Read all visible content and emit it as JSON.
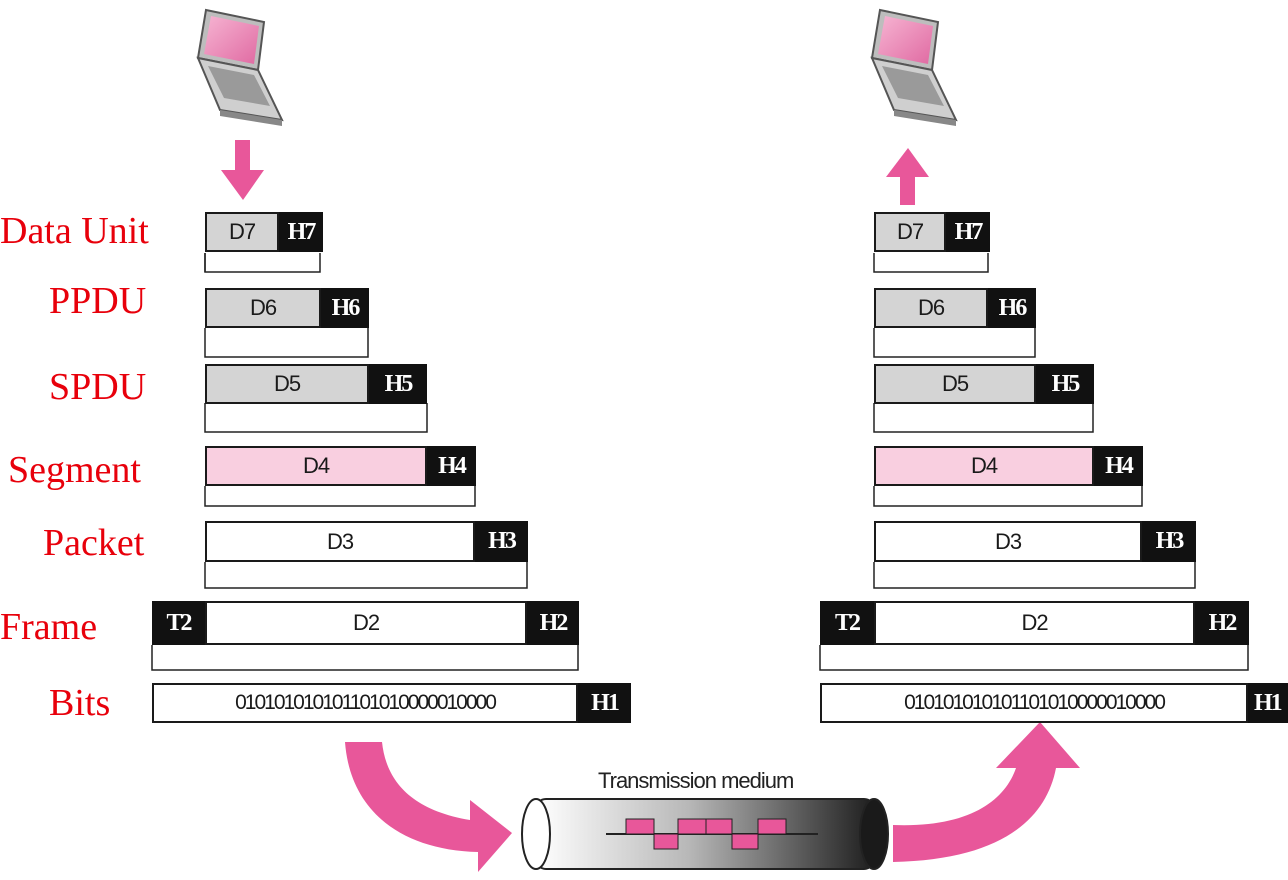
{
  "labels": {
    "l7": "Data Unit",
    "l6": "PPDU",
    "l5": "SPDU",
    "l4": "Segment",
    "l3": "Packet",
    "l2": "Frame",
    "l1": "Bits"
  },
  "units": {
    "d7": "D7",
    "h7": "H7",
    "d6": "D6",
    "h6": "H6",
    "d5": "D5",
    "h5": "H5",
    "d4": "D4",
    "h4": "H4",
    "d3": "D3",
    "h3": "H3",
    "t2": "T2",
    "d2": "D2",
    "h2": "H2",
    "bits": "010101010101101010000010000",
    "h1": "H1"
  },
  "medium": {
    "label": "Transmission medium"
  },
  "colors": {
    "label_red": "#e8000b",
    "arrow_pink": "#e8579a",
    "segment_pink": "#f9cfe0",
    "data_gray": "#d4d4d4",
    "header_black": "#111111"
  },
  "icons": {
    "sender": "laptop-icon",
    "receiver": "laptop-icon",
    "down": "arrow-down-icon",
    "up": "arrow-up-icon"
  }
}
